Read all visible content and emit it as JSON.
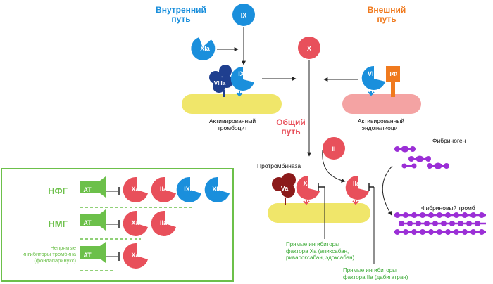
{
  "titles": {
    "intrinsic": "Внутренний\nпуть",
    "extrinsic": "Внешний\nпуть",
    "common": "Общий\nпуть"
  },
  "labels": {
    "activated_platelet": "Активированный\nтромбоцит",
    "activated_endothelium": "Активированный\nэндотелиоцит",
    "prothrombinase": "Протромбиназа",
    "fibrinogen": "Фибриноген",
    "fibrin_clot": "Фибриновый тромб",
    "direct_xa_inhibitors": "Прямые ингибиторы\nфактора Ха (апиксабан,\nривароксабан, эдоксабан)",
    "direct_iia_inhibitors": "Прямые ингибиторы\nфактора IIa (дабигатран)"
  },
  "factors": {
    "IX": "IX",
    "XIa": "XIa",
    "VIIIa": "VIIIa",
    "IXa": "IXa",
    "X": "X",
    "VIIa": "VIIa",
    "TF": "ТФ",
    "II": "II",
    "Va": "Va",
    "Xa": "Xa",
    "IIa": "IIa"
  },
  "legend": {
    "ufh": "НФГ",
    "lmwh": "НМГ",
    "indirect": "Непрямые\nингибиторы тромбина\n(фондапаринукс)",
    "at": "AT",
    "ufh_targets": [
      "Xa",
      "IIa",
      "IXa",
      "XIa"
    ],
    "lmwh_targets": [
      "Xa",
      "IIa"
    ],
    "indirect_targets": [
      "Xa"
    ]
  },
  "colors": {
    "blue": "#1a8fdc",
    "navy": "#1f3f8f",
    "red": "#e8505b",
    "maroon": "#8b1a1a",
    "orange": "#f07a1e",
    "green": "#6cc04a",
    "yellow": "#f0e66a",
    "pink": "#f4a3a3",
    "purple": "#9b2fd6"
  }
}
